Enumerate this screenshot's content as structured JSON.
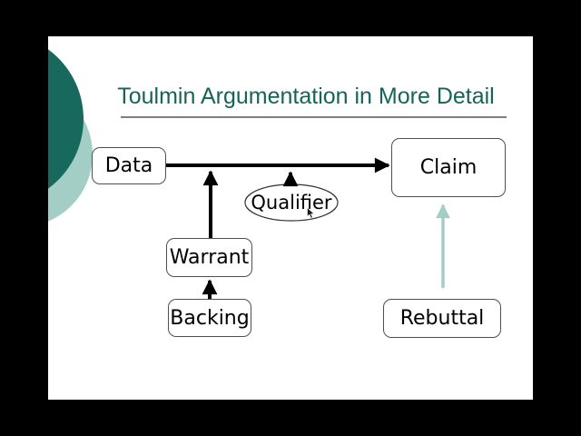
{
  "slide": {
    "title": "Toulmin Argumentation in More Detail",
    "nodes": {
      "data": {
        "label": "Data",
        "shape": "rounded-rect"
      },
      "claim": {
        "label": "Claim",
        "shape": "rounded-rect"
      },
      "qualifier": {
        "label": "Qualifier",
        "shape": "ellipse"
      },
      "warrant": {
        "label": "Warrant",
        "shape": "rounded-rect"
      },
      "backing": {
        "label": "Backing",
        "shape": "rounded-rect"
      },
      "rebuttal": {
        "label": "Rebuttal",
        "shape": "rounded-rect"
      }
    },
    "edges": [
      {
        "from": "Data",
        "to": "Claim",
        "style": "solid",
        "color": "#000000"
      },
      {
        "from": "Warrant",
        "to": "Data-Claim arrow",
        "style": "solid",
        "color": "#000000"
      },
      {
        "from": "Qualifier",
        "to": "Data-Claim arrow",
        "style": "solid",
        "color": "#000000"
      },
      {
        "from": "Backing",
        "to": "Warrant",
        "style": "solid",
        "color": "#000000"
      },
      {
        "from": "Rebuttal",
        "to": "Claim",
        "style": "solid",
        "color": "#a3cec6"
      }
    ],
    "colors": {
      "letterbox": "#000000",
      "slide_bg": "#ffffff",
      "title_text": "#15645a",
      "title_rule": "#7f7f7f",
      "accent_circle_dark": "#17695d",
      "accent_circle_light": "#a3cec6",
      "node_border": "#4f4f4f",
      "node_text": "#000000",
      "arrow_black": "#000000",
      "arrow_teal": "#a3cec6"
    }
  }
}
